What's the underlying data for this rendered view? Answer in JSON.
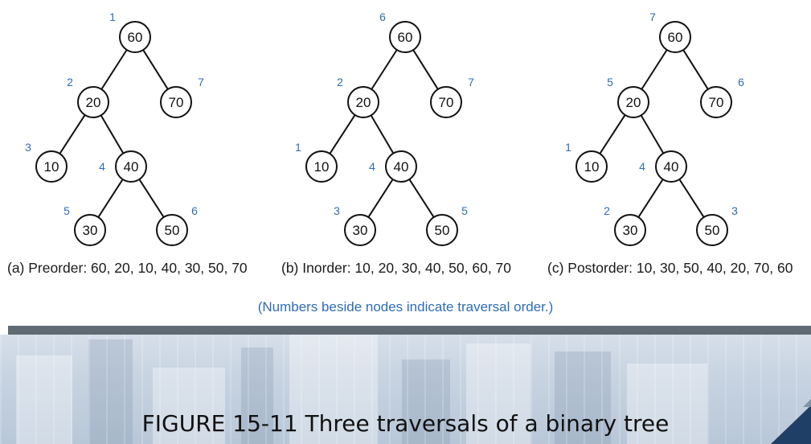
{
  "colors": {
    "order_number": "#2e6db4",
    "node_stroke": "#111111",
    "divider": "#5f6a73",
    "slide_background": "#c7d3e1"
  },
  "trees": [
    {
      "caption": "(a) Preorder: 60, 20, 10, 40, 30, 50, 70",
      "nodes": [
        {
          "value": "60",
          "order": "1"
        },
        {
          "value": "20",
          "order": "2"
        },
        {
          "value": "70",
          "order": "7"
        },
        {
          "value": "10",
          "order": "3"
        },
        {
          "value": "40",
          "order": "4"
        },
        {
          "value": "30",
          "order": "5"
        },
        {
          "value": "50",
          "order": "6"
        }
      ]
    },
    {
      "caption": "(b) Inorder: 10, 20, 30, 40, 50, 60, 70",
      "nodes": [
        {
          "value": "60",
          "order": "6"
        },
        {
          "value": "20",
          "order": "2"
        },
        {
          "value": "70",
          "order": "7"
        },
        {
          "value": "10",
          "order": "1"
        },
        {
          "value": "40",
          "order": "4"
        },
        {
          "value": "30",
          "order": "3"
        },
        {
          "value": "50",
          "order": "5"
        }
      ]
    },
    {
      "caption": "(c) Postorder: 10, 30, 50, 40, 20, 70, 60",
      "nodes": [
        {
          "value": "60",
          "order": "7"
        },
        {
          "value": "20",
          "order": "5"
        },
        {
          "value": "70",
          "order": "6"
        },
        {
          "value": "10",
          "order": "1"
        },
        {
          "value": "40",
          "order": "4"
        },
        {
          "value": "30",
          "order": "2"
        },
        {
          "value": "50",
          "order": "3"
        }
      ]
    }
  ],
  "note": "(Numbers beside nodes indicate traversal order.)",
  "slide_title": "FIGURE 15-11 Three traversals of a binary tree"
}
